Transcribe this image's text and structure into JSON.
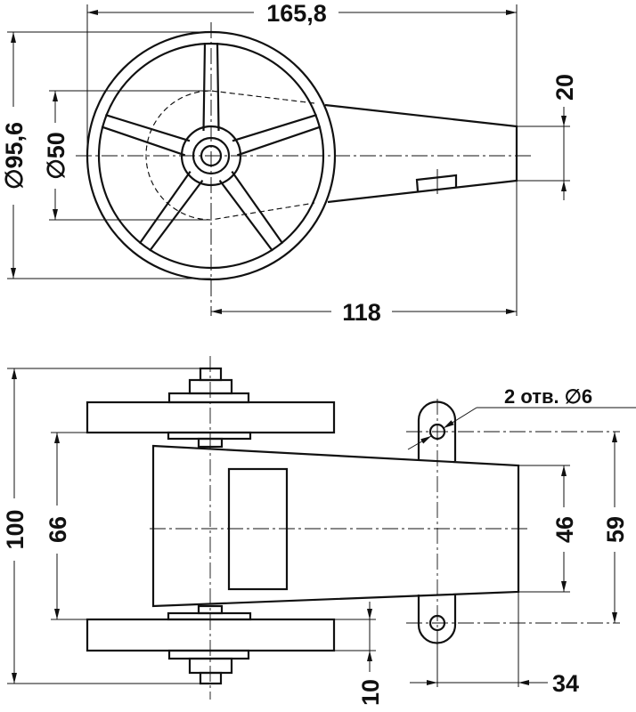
{
  "drawing": {
    "top_view": {
      "overall_length": "165,8",
      "wheel_diameter": "∅95,6",
      "hub_diameter": "∅50",
      "arm_end_width": "20",
      "axle_to_end": "118"
    },
    "bottom_view": {
      "overall_height": "100",
      "wheel_gap": "66",
      "body_end_width": "46",
      "hole_spacing": "59",
      "wheel_width": "10",
      "hole_to_end": "34",
      "holes_note": "2 отв. ∅6"
    }
  }
}
